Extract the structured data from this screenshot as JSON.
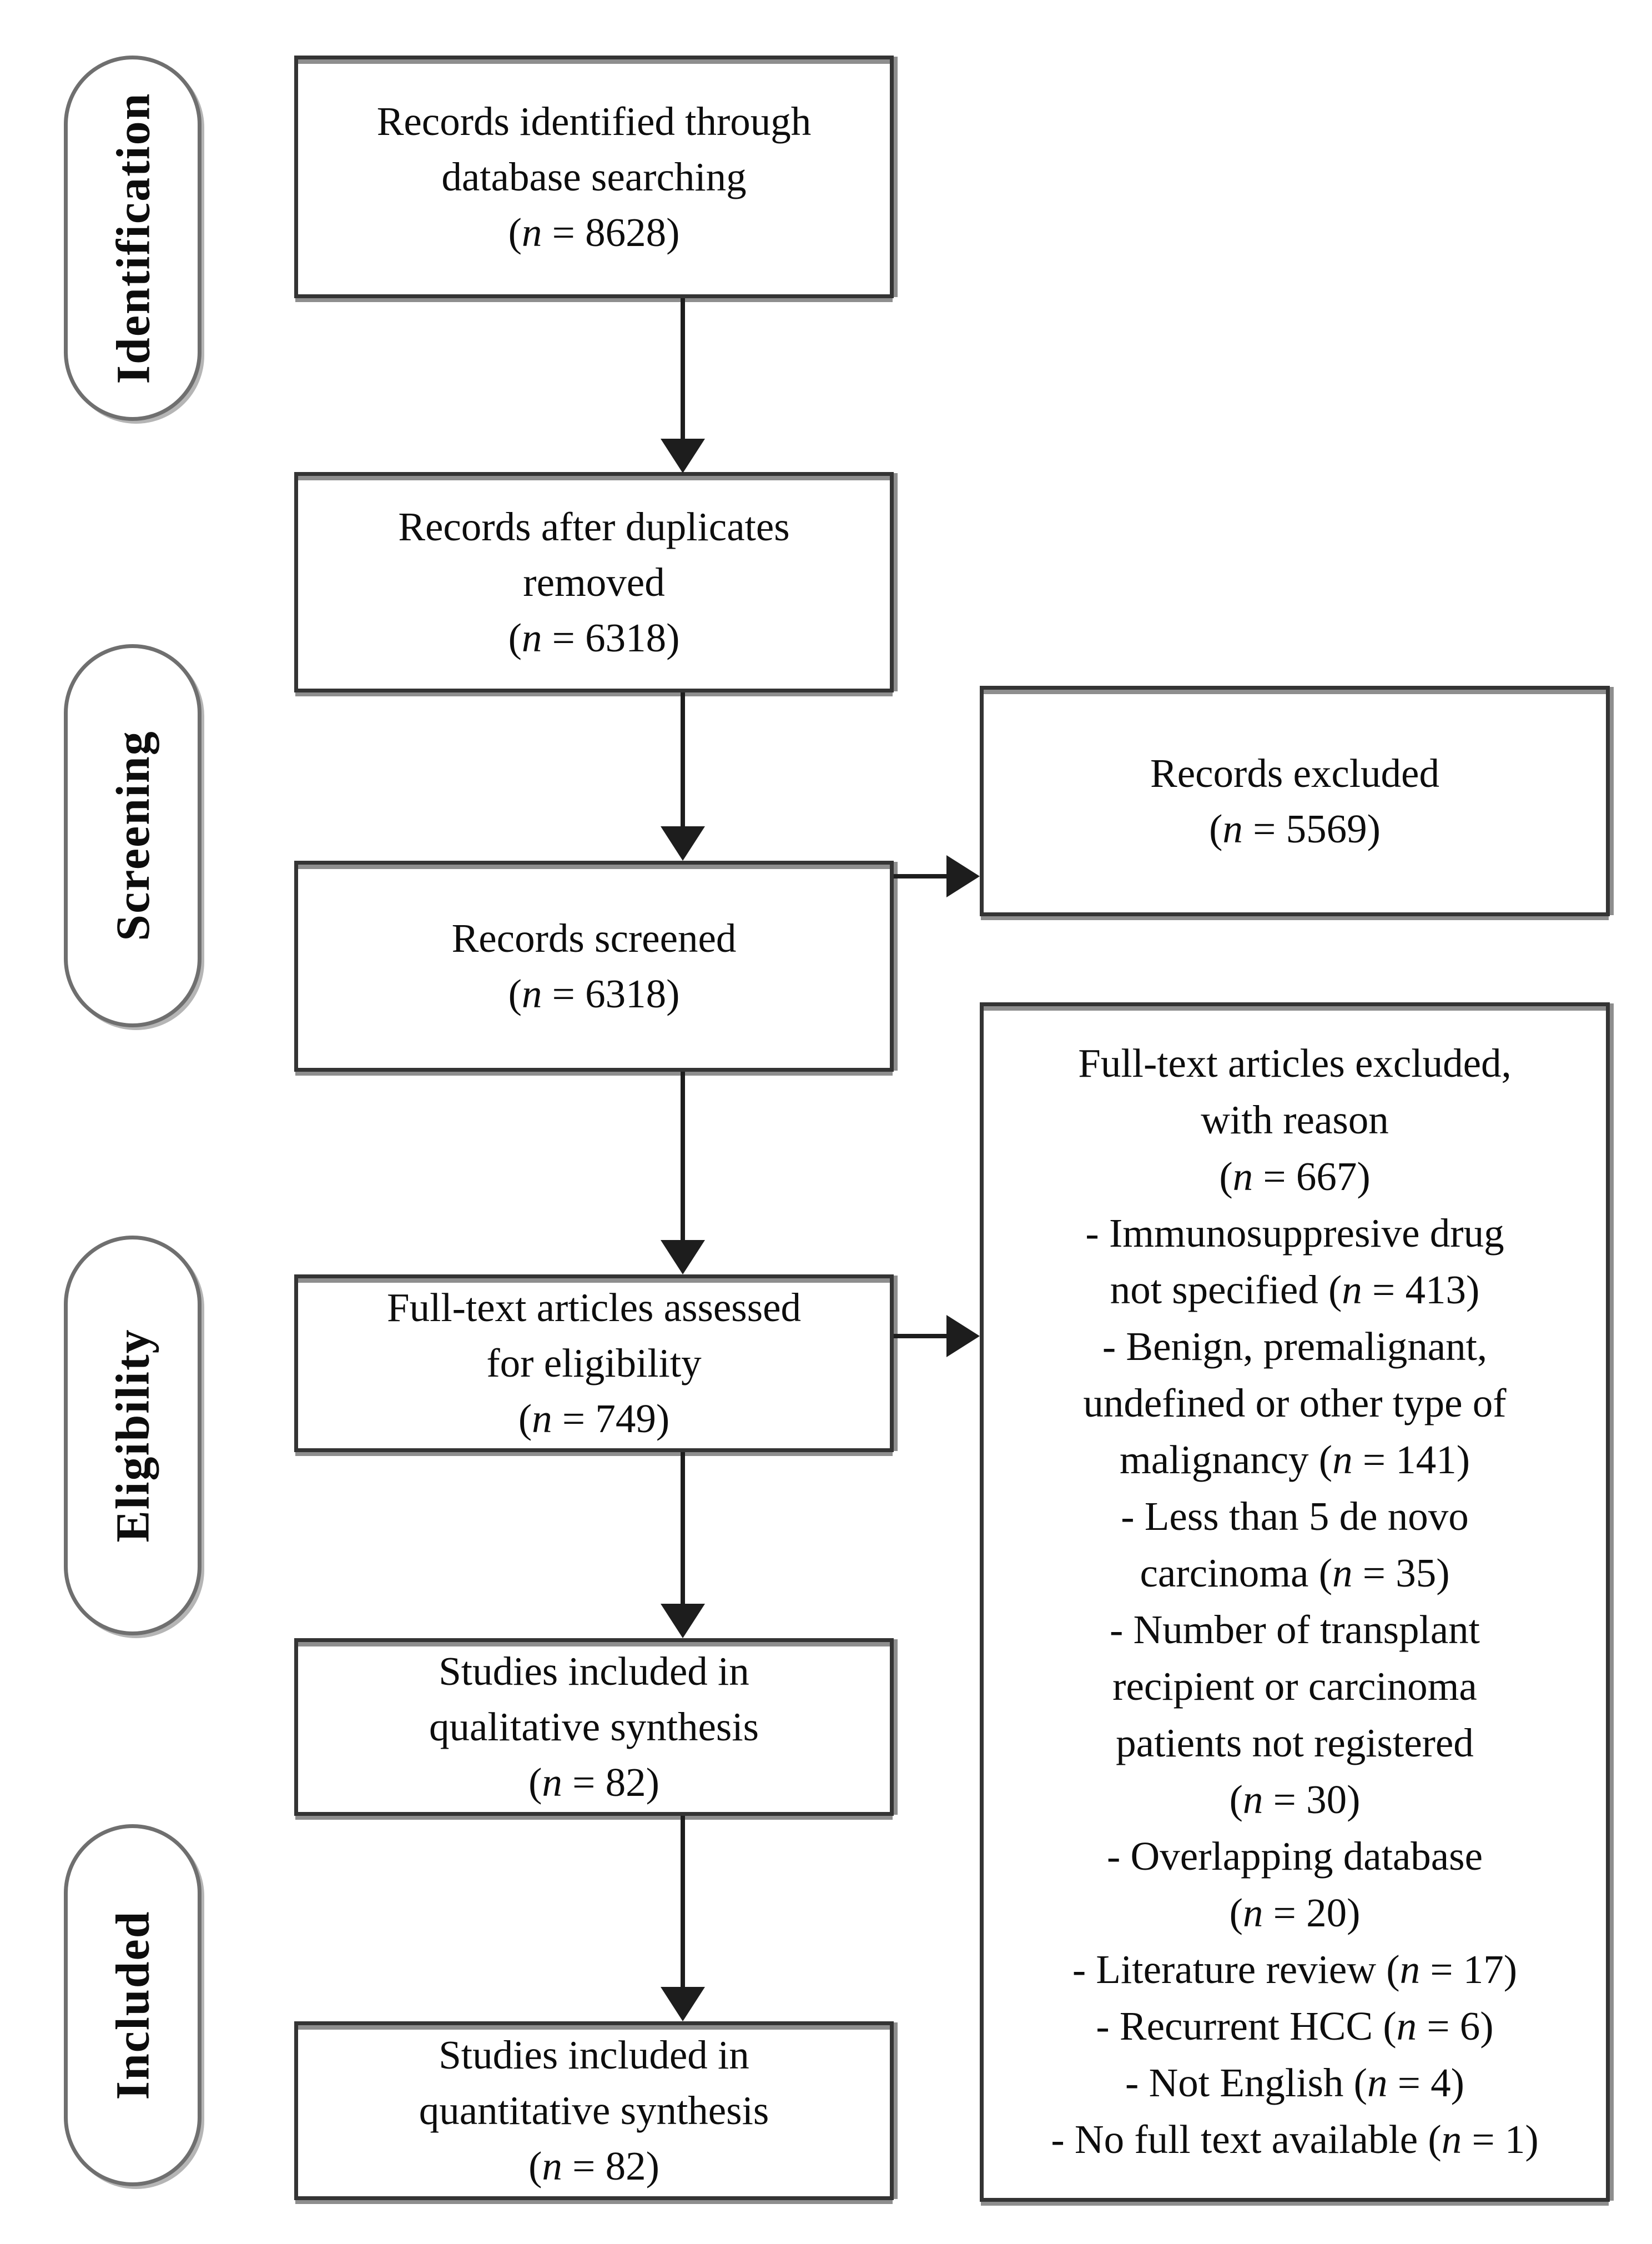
{
  "stages": [
    {
      "label": "Identification"
    },
    {
      "label": "Screening"
    },
    {
      "label": "Eligibility"
    },
    {
      "label": "Included"
    }
  ],
  "flow": {
    "identified": {
      "lines": [
        "Records identified through",
        "database searching",
        "(n = 8628)"
      ]
    },
    "deduplicated": {
      "lines": [
        "Records after duplicates",
        "removed",
        "(n = 6318)"
      ]
    },
    "screened": {
      "lines": [
        "Records screened",
        "(n = 6318)"
      ]
    },
    "assessed": {
      "lines": [
        "Full-text articles assessed",
        "for eligibility",
        "(n = 749)"
      ]
    },
    "qualitative": {
      "lines": [
        "Studies included in",
        "qualitative synthesis",
        "(n = 82)"
      ]
    },
    "quantitative": {
      "lines": [
        "Studies included in",
        "quantitative synthesis",
        "(n = 82)"
      ]
    }
  },
  "exclusions": {
    "records_excluded": {
      "lines": [
        "Records excluded",
        "(n = 5569)"
      ]
    },
    "full_text_excluded": {
      "lines": [
        "Full-text articles excluded,",
        "with reason",
        "(n = 667)",
        "- Immunosuppresive drug",
        "not specified (n = 413)",
        "- Benign, premalignant,",
        "undefined or other type of",
        "malignancy (n = 141)",
        "- Less than 5 de novo",
        "carcinoma (n = 35)",
        "- Number of transplant",
        "recipient or carcinoma",
        "patients not registered",
        "(n = 30)",
        "- Overlapping database",
        "(n = 20)",
        "- Literature review (n = 17)",
        "- Recurrent HCC (n = 6)",
        "- Not English (n = 4)",
        "- No full text available (n = 1)"
      ]
    }
  },
  "colors": {
    "background": "#ffffff",
    "text": "#0d0d0d",
    "box_border": "#343434",
    "pill_border": "#6f6f6f",
    "shadow_gray": "#8e8e8e",
    "arrow": "#1d1d1d"
  }
}
